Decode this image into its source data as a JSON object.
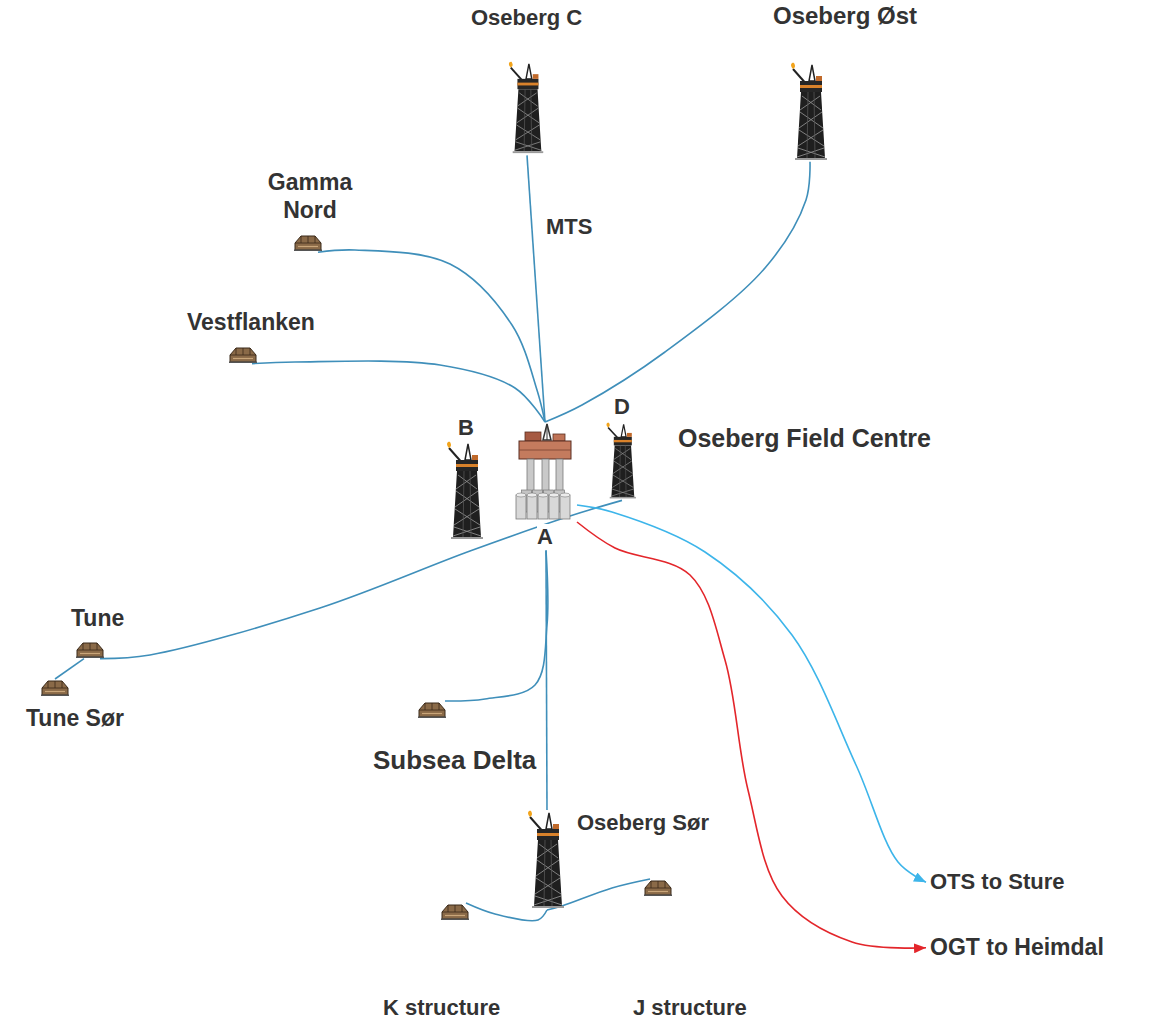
{
  "diagram": {
    "nodes": [
      {
        "text": [
          "Oseberg C"
        ]
      },
      {
        "text": [
          "Oseberg Øst"
        ]
      },
      {
        "text": [
          "Gamma Nord"
        ]
      },
      {
        "text": [
          "Vestflanken"
        ]
      },
      {
        "text": [
          "B"
        ]
      },
      {
        "text": [
          "A"
        ]
      },
      {
        "text": [
          "D"
        ]
      },
      {
        "text": [
          "Tune"
        ]
      },
      {
        "text": [
          "Tune Sør"
        ]
      },
      {
        "text": [
          "Subsea Delta"
        ]
      },
      {
        "text": [
          "Oseberg Sør"
        ]
      },
      {
        "text": [
          "K structure"
        ]
      },
      {
        "text": [
          "J structure"
        ]
      },
      {
        "text": [
          "OTS to Sture"
        ]
      },
      {
        "text": [
          "OGT to Heimdal"
        ]
      }
    ],
    "edges": [
      {
        "from": 0,
        "to": 5,
        "arrow": "none",
        "label": "MTS"
      },
      {
        "from": 1,
        "to": 5,
        "arrow": "none"
      },
      {
        "from": 2,
        "to": 5,
        "arrow": "none"
      },
      {
        "from": 3,
        "to": 5,
        "arrow": "none"
      },
      {
        "from": 7,
        "to": 6,
        "arrow": "none"
      },
      {
        "from": 8,
        "to": 7,
        "arrow": "none"
      },
      {
        "from": 5,
        "to": 9,
        "arrow": "none"
      },
      {
        "from": 5,
        "to": 10,
        "arrow": "none"
      },
      {
        "from": 10,
        "to": 11,
        "arrow": "none"
      },
      {
        "from": 10,
        "to": 12,
        "arrow": "none"
      },
      {
        "from": 5,
        "to": 13,
        "arrow": "to"
      },
      {
        "from": 5,
        "to": 14,
        "arrow": "to"
      }
    ],
    "labels": [
      "Oseberg Field Centre"
    ]
  }
}
